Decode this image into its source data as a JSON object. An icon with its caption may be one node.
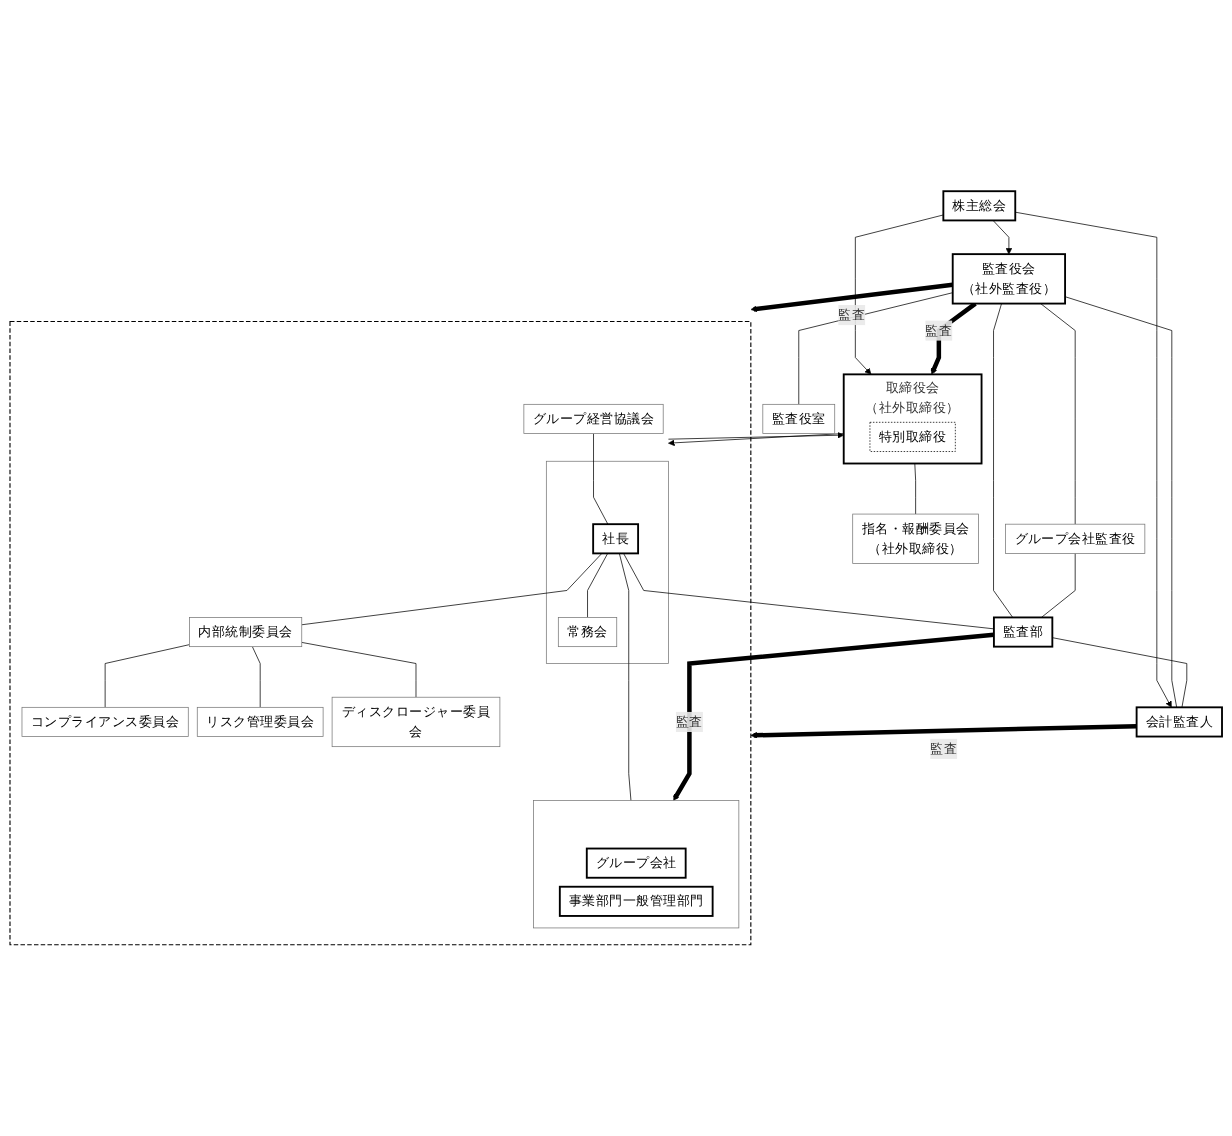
{
  "diagram": {
    "nodes": [
      {
        "text": [
          "株主総会"
        ]
      },
      {
        "text": [
          "取締役会",
          "（社外取締役）"
        ]
      },
      {
        "text": [
          "特別取締役"
        ],
        "in": 1
      },
      {
        "text": [
          "指名・報酬委員会",
          "（社外取締役）"
        ]
      },
      {
        "text": [
          "監査役会",
          "（社外監査役）"
        ]
      },
      {
        "text": [
          "監査役室"
        ]
      },
      {
        "text": [],
        "shape": "box"
      },
      {
        "text": [],
        "shape": "box",
        "in": 6
      },
      {
        "text": [
          "社長"
        ],
        "in": 7
      },
      {
        "text": [
          "常務会"
        ],
        "in": 7
      },
      {
        "text": [
          "グループ経営協議会"
        ],
        "in": 6
      },
      {
        "text": [
          "内部統制委員会"
        ],
        "in": 6
      },
      {
        "text": [
          "コンプライアンス委員会"
        ],
        "in": 6
      },
      {
        "text": [
          "リスク管理委員会"
        ],
        "in": 6
      },
      {
        "text": [
          "ディスクロージャー委員会"
        ],
        "in": 6
      },
      {
        "text": [],
        "shape": "box",
        "in": 6
      },
      {
        "text": [
          "グループ会社"
        ],
        "in": 15
      },
      {
        "text": [
          "事業部門一般管理部門"
        ],
        "in": 15
      },
      {
        "text": [
          "監査部"
        ]
      },
      {
        "text": [
          "会計監査人"
        ]
      },
      {
        "text": [
          "グループ会社監査役"
        ]
      }
    ],
    "edges": [
      {
        "from": 0,
        "to": 1,
        "arrow": "to"
      },
      {
        "from": 0,
        "to": 4,
        "arrow": "to"
      },
      {
        "from": 0,
        "to": 19,
        "arrow": "to"
      },
      {
        "from": 1,
        "to": 3,
        "arrow": "none"
      },
      {
        "from": 1,
        "to": 7,
        "arrow": "to"
      },
      {
        "from": 7,
        "to": 1,
        "arrow": "to"
      },
      {
        "from": 4,
        "to": 1,
        "arrow": "to",
        "label": "監査",
        "style": "thick"
      },
      {
        "from": 4,
        "to": 6,
        "arrow": "to",
        "label": "監査",
        "style": "thick"
      },
      {
        "from": 4,
        "to": 5,
        "arrow": "none"
      },
      {
        "from": 4,
        "to": 18,
        "arrow": "none"
      },
      {
        "from": 4,
        "to": 19,
        "arrow": "none"
      },
      {
        "from": 4,
        "to": 20,
        "arrow": "none"
      },
      {
        "from": 10,
        "to": 8,
        "arrow": "none"
      },
      {
        "from": 8,
        "to": 9,
        "arrow": "none"
      },
      {
        "from": 8,
        "to": 11,
        "arrow": "none"
      },
      {
        "from": 8,
        "to": 18,
        "arrow": "none"
      },
      {
        "from": 8,
        "to": 15,
        "arrow": "none"
      },
      {
        "from": 11,
        "to": 12,
        "arrow": "none"
      },
      {
        "from": 11,
        "to": 13,
        "arrow": "none"
      },
      {
        "from": 11,
        "to": 14,
        "arrow": "none"
      },
      {
        "from": 19,
        "to": 6,
        "arrow": "to",
        "label": "監査",
        "style": "thick"
      },
      {
        "from": 18,
        "to": 15,
        "arrow": "to",
        "label": "監査",
        "style": "thick"
      },
      {
        "from": 18,
        "to": 19,
        "arrow": "none"
      },
      {
        "from": 20,
        "to": 18,
        "arrow": "none"
      }
    ]
  }
}
